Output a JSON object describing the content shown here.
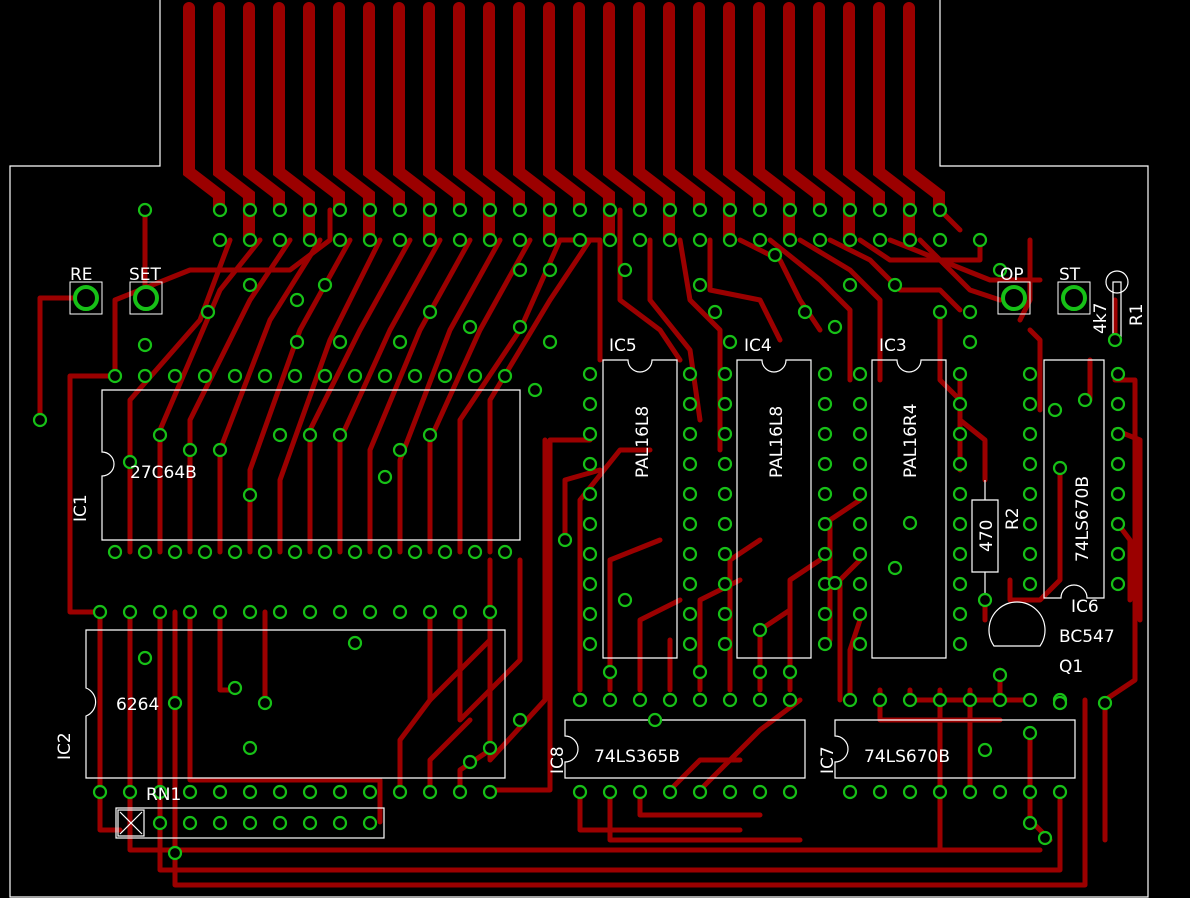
{
  "board": {
    "outline_color": "#ffffff",
    "trace_color": "#9b0000",
    "pad_color": "#17c017",
    "background": "#000000"
  },
  "components": {
    "ic1": {
      "ref": "IC1",
      "value": "27C64B"
    },
    "ic2": {
      "ref": "IC2",
      "value": "6264"
    },
    "ic3": {
      "ref": "IC3",
      "value": "PAL16R4"
    },
    "ic4": {
      "ref": "IC4",
      "value": "PAL16L8"
    },
    "ic5": {
      "ref": "IC5",
      "value": "PAL16L8"
    },
    "ic6": {
      "ref": "IC6",
      "value": "74LS670B"
    },
    "ic7": {
      "ref": "IC7",
      "value": "74LS670B"
    },
    "ic8": {
      "ref": "IC8",
      "value": "74LS365B"
    },
    "rn1": {
      "ref": "RN1"
    },
    "r1": {
      "ref": "R1",
      "value": "4k7"
    },
    "r2": {
      "ref": "R2",
      "value": "470"
    },
    "q1": {
      "ref": "Q1",
      "value": "BC547"
    }
  },
  "switches": {
    "re": "RE",
    "set": "SET",
    "op": "OP",
    "st": "ST"
  }
}
